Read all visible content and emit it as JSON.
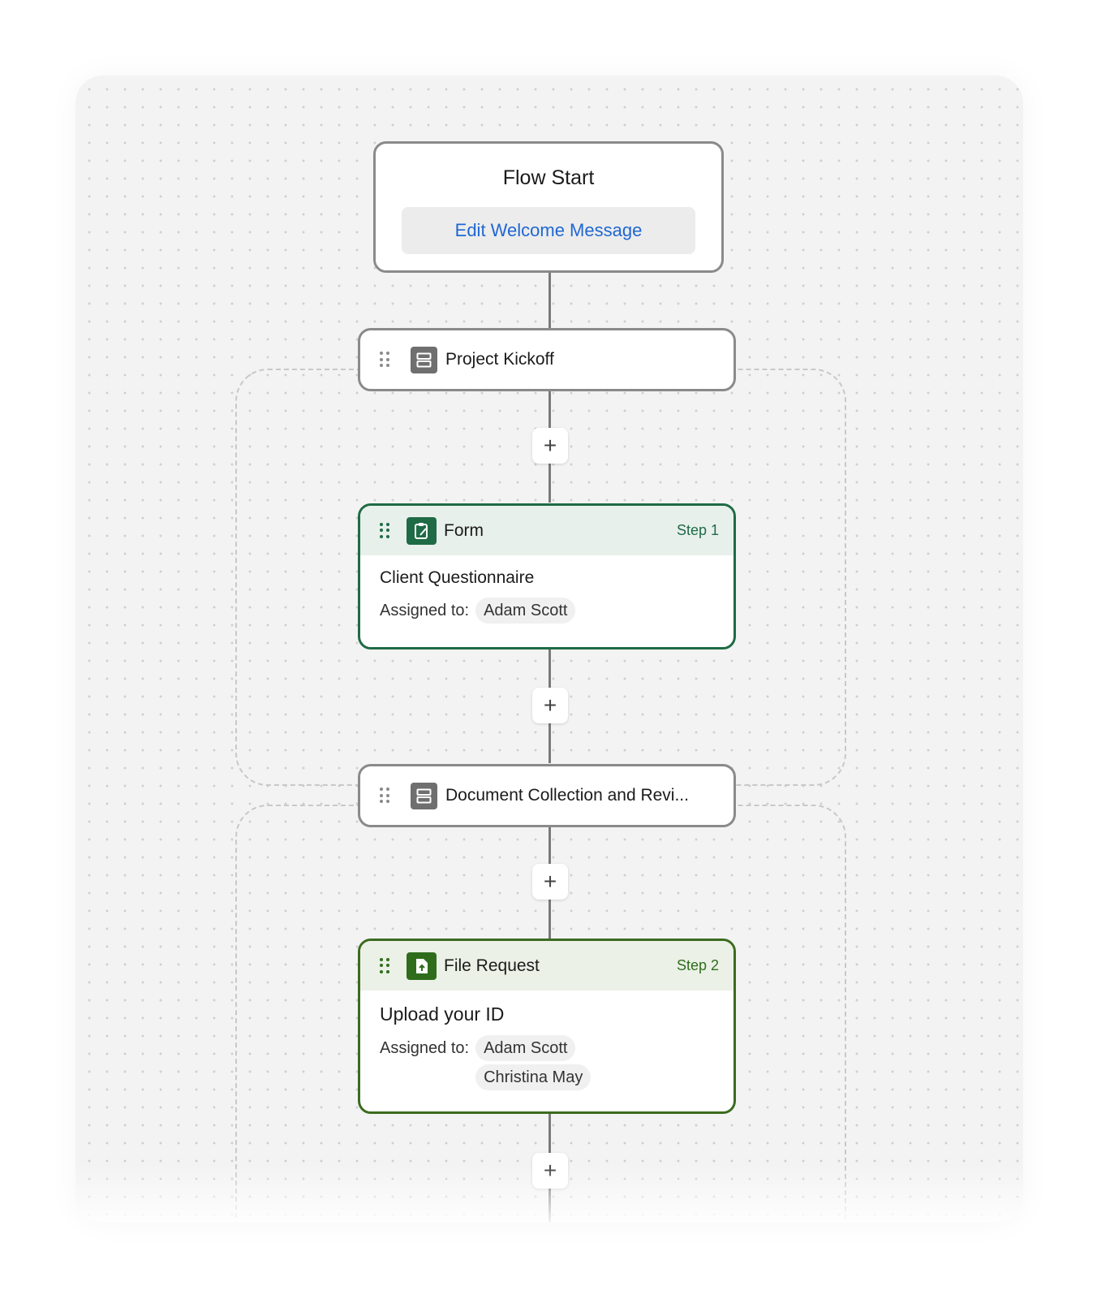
{
  "flow_start": {
    "title": "Flow Start",
    "edit_welcome_label": "Edit Welcome Message"
  },
  "sections": [
    {
      "label": "Project Kickoff",
      "icon": "section-icon"
    },
    {
      "label": "Document Collection and Revi...",
      "icon": "section-icon"
    }
  ],
  "add_step_label": "+",
  "steps": [
    {
      "type": "Form",
      "step_label": "Step 1",
      "icon": "form-clipboard-icon",
      "title": "Client Questionnaire",
      "assigned_label": "Assigned to:",
      "assignees": [
        "Adam Scott"
      ],
      "accent": "#1f6b45"
    },
    {
      "type": "File Request",
      "step_label": "Step 2",
      "icon": "file-upload-icon",
      "title": "Upload your ID",
      "assigned_label": "Assigned to:",
      "assignees": [
        "Adam Scott",
        "Christina May"
      ],
      "accent": "#2f6d1c"
    }
  ],
  "colors": {
    "link": "#1f67d2",
    "form_accent": "#1f6b45",
    "file_accent": "#2f6d1c",
    "neutral_border": "#8a8a8a"
  }
}
